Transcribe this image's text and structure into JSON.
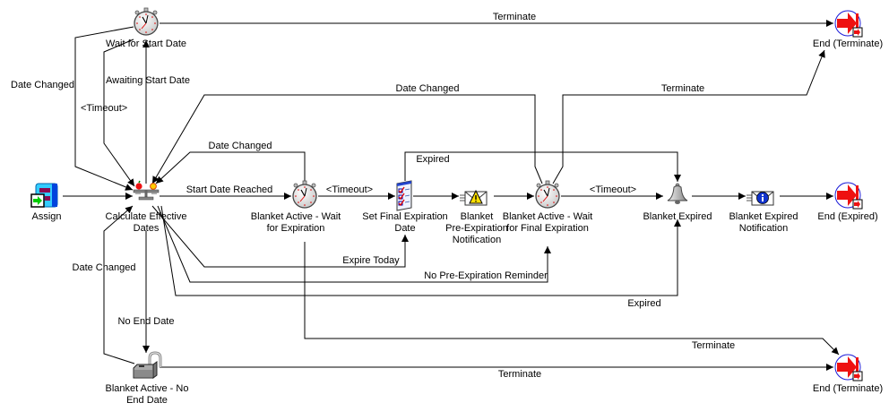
{
  "diagram": {
    "title": "Blanket Purchase Agreement Workflow",
    "nodes": [
      {
        "id": "assign",
        "label": [
          "Assign"
        ],
        "icon": "assign-function-icon"
      },
      {
        "id": "calc",
        "label": [
          "Calculate Effective",
          "Dates"
        ],
        "icon": "calculate-scale-icon"
      },
      {
        "id": "waitStart",
        "label": [
          "Wait for Start Date"
        ],
        "icon": "stopwatch-icon"
      },
      {
        "id": "activeWait",
        "label": [
          "Blanket Active - Wait",
          "for Expiration"
        ],
        "icon": "stopwatch-icon"
      },
      {
        "id": "setFinal",
        "label": [
          "Set Final Expiration",
          "Date"
        ],
        "icon": "checklist-icon"
      },
      {
        "id": "preExp",
        "label": [
          "Blanket",
          "Pre-Expiration",
          "Notification"
        ],
        "icon": "warning-envelope-icon"
      },
      {
        "id": "finalWait",
        "label": [
          "Blanket Active - Wait",
          "for Final Expiration"
        ],
        "icon": "stopwatch-icon"
      },
      {
        "id": "expired",
        "label": [
          "Blanket Expired"
        ],
        "icon": "bell-icon"
      },
      {
        "id": "expiredNotif",
        "label": [
          "Blanket Expired",
          "Notification"
        ],
        "icon": "info-envelope-icon"
      },
      {
        "id": "endExpired",
        "label": [
          "End (Expired)"
        ],
        "icon": "end-arrow-icon"
      },
      {
        "id": "endTerm1",
        "label": [
          "End (Terminate)"
        ],
        "icon": "end-arrow-icon"
      },
      {
        "id": "endTerm2",
        "label": [
          "End (Terminate)"
        ],
        "icon": "end-arrow-icon"
      },
      {
        "id": "noEnd",
        "label": [
          "Blanket Active - No",
          "End Date"
        ],
        "icon": "open-padlock-icon"
      }
    ],
    "edges": [
      {
        "id": "e1",
        "from": "assign",
        "to": "calc",
        "label": ""
      },
      {
        "id": "e2",
        "from": "calc",
        "to": "waitStart",
        "label": "Awaiting Start Date"
      },
      {
        "id": "e3",
        "from": "waitStart",
        "to": "calc",
        "label": "<Timeout>"
      },
      {
        "id": "e4",
        "from": "waitStart",
        "to": "calc",
        "label": "Date Changed"
      },
      {
        "id": "e5",
        "from": "waitStart",
        "to": "endTerm1",
        "label": "Terminate"
      },
      {
        "id": "e6",
        "from": "calc",
        "to": "activeWait",
        "label": "Start Date Reached"
      },
      {
        "id": "e7",
        "from": "activeWait",
        "to": "calc",
        "label": "Date Changed"
      },
      {
        "id": "e8",
        "from": "activeWait",
        "to": "setFinal",
        "label": "<Timeout>"
      },
      {
        "id": "e9",
        "from": "setFinal",
        "to": "preExp",
        "label": ""
      },
      {
        "id": "e10",
        "from": "setFinal",
        "to": "expired",
        "label": "Expired"
      },
      {
        "id": "e11",
        "from": "preExp",
        "to": "finalWait",
        "label": ""
      },
      {
        "id": "e12",
        "from": "finalWait",
        "to": "calc",
        "label": "Date Changed"
      },
      {
        "id": "e13",
        "from": "finalWait",
        "to": "endTerm1",
        "label": "Terminate"
      },
      {
        "id": "e14",
        "from": "finalWait",
        "to": "expired",
        "label": "<Timeout>"
      },
      {
        "id": "e15",
        "from": "expired",
        "to": "expiredNotif",
        "label": ""
      },
      {
        "id": "e16",
        "from": "expiredNotif",
        "to": "endExpired",
        "label": ""
      },
      {
        "id": "e17",
        "from": "calc",
        "to": "setFinal",
        "label": "Expire Today"
      },
      {
        "id": "e18",
        "from": "calc",
        "to": "finalWait",
        "label": "No Pre-Expiration Reminder"
      },
      {
        "id": "e19",
        "from": "calc",
        "to": "expired",
        "label": "Expired"
      },
      {
        "id": "e20",
        "from": "calc",
        "to": "noEnd",
        "label": "No End Date"
      },
      {
        "id": "e21",
        "from": "noEnd",
        "to": "calc",
        "label": "Date Changed"
      },
      {
        "id": "e22",
        "from": "activeWait",
        "to": "endTerm2",
        "label": "Terminate"
      },
      {
        "id": "e23",
        "from": "noEnd",
        "to": "endTerm2",
        "label": "Terminate"
      }
    ]
  }
}
